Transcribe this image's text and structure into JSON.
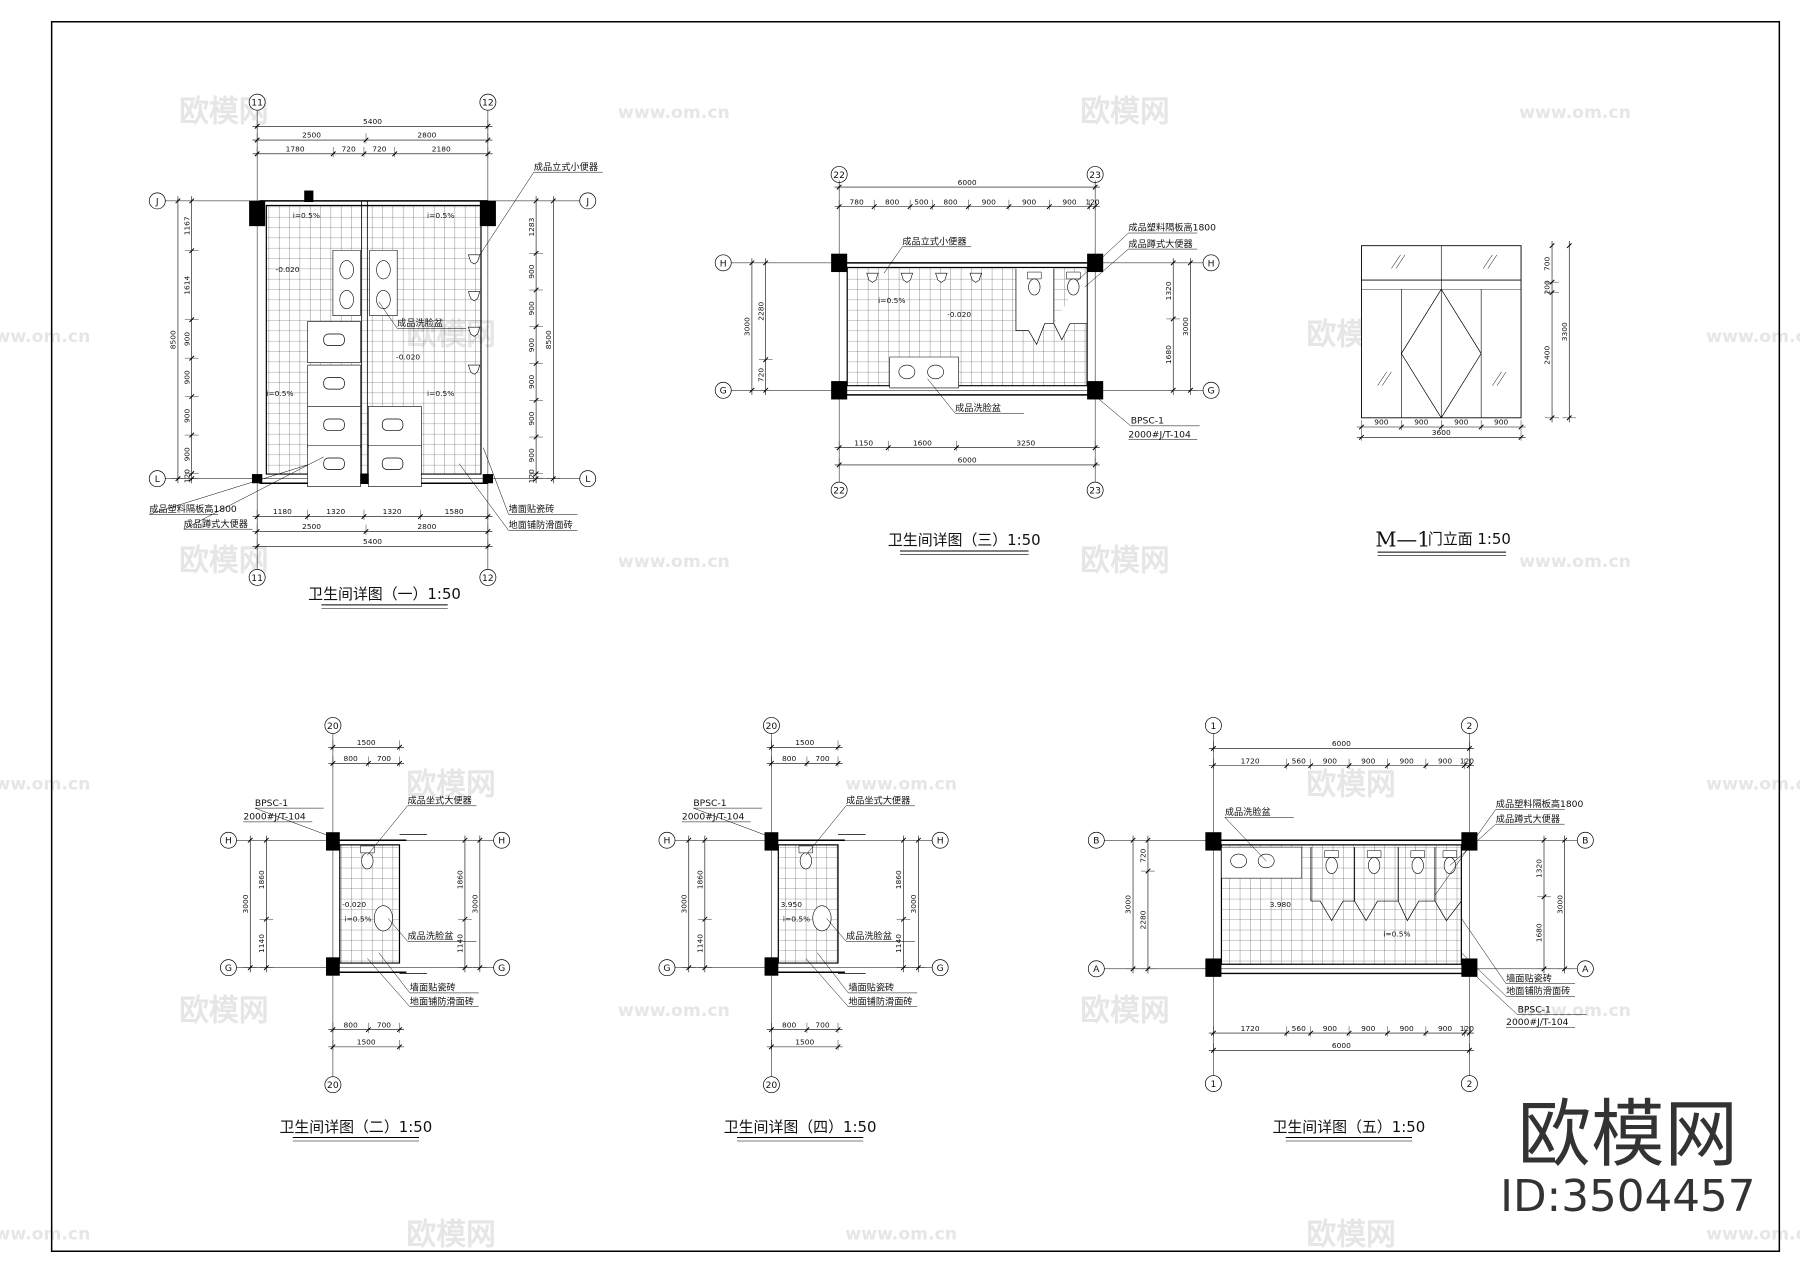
{
  "watermark": {
    "brand": "欧模网",
    "url": "www.om.cn"
  },
  "logo": {
    "text": "欧模网",
    "id": "ID:3504457"
  },
  "drawings": {
    "d1": {
      "title": "卫生间详图（一）1:50",
      "axes_x": [
        "11",
        "12"
      ],
      "axes_y": [
        "J",
        "L"
      ],
      "dims_top": [
        [
          "5400"
        ],
        [
          "2500",
          "2800"
        ],
        [
          "1780",
          "720",
          "720",
          "2180"
        ]
      ],
      "dims_bottom": [
        [
          "1180",
          "1320",
          "1320",
          "1580"
        ],
        [
          "2500",
          "2800"
        ],
        [
          "5400"
        ]
      ],
      "dims_left": [
        [
          "1167",
          "1614",
          "900",
          "900",
          "900",
          "900",
          "120"
        ],
        [
          "8500"
        ]
      ],
      "dims_right": [
        [
          "1283",
          "900",
          "900",
          "900",
          "900",
          "900",
          "900",
          "120"
        ],
        [
          "8500"
        ]
      ],
      "notes": [
        "成品立式小便器",
        "成品洗脸盆",
        "成品塑料隔板高1800",
        "成品蹲式大便器",
        "墙面贴瓷砖",
        "地面铺防滑面砖"
      ],
      "marks": [
        "i=0.5%",
        "i=0.5%",
        "-0.020",
        "-0.020",
        "i=0.5%",
        "i=0.5%"
      ]
    },
    "d3": {
      "title": "卫生间详图（三）1:50",
      "axes_x": [
        "22",
        "23"
      ],
      "axes_y": [
        "H",
        "G"
      ],
      "dims_top": [
        [
          "6000"
        ],
        [
          "780",
          "800",
          "500",
          "800",
          "900",
          "900",
          "900",
          "120"
        ]
      ],
      "dims_bottom": [
        [
          "1150",
          "1600",
          "3250"
        ],
        [
          "6000"
        ]
      ],
      "dims_left": [
        [
          "2280",
          "720"
        ],
        [
          "3000"
        ]
      ],
      "dims_right": [
        [
          "1320",
          "1680"
        ],
        [
          "3000"
        ]
      ],
      "notes": [
        "成品立式小便器",
        "成品塑料隔板高1800",
        "成品蹲式大便器",
        "成品洗脸盆",
        "BPSC-1",
        "2000#J/T-104"
      ],
      "marks": [
        "i=0.5%",
        "-0.020"
      ]
    },
    "door": {
      "title_code": "M—1",
      "title_text": "门立面 1:50",
      "dims_bottom": [
        [
          "900",
          "900",
          "900",
          "900"
        ],
        [
          "3600"
        ]
      ],
      "dims_right": [
        [
          "700",
          "200",
          "2400"
        ],
        [
          "3300"
        ]
      ]
    },
    "d2": {
      "title": "卫生间详图（二）1:50",
      "axes_x": [
        "20"
      ],
      "axes_y": [
        "H",
        "G"
      ],
      "dims_top": [
        [
          "1500"
        ],
        [
          "800",
          "700"
        ]
      ],
      "dims_bottom": [
        [
          "800",
          "700"
        ],
        [
          "1500"
        ]
      ],
      "dims_left": [
        [
          "1860",
          "1140"
        ],
        [
          "3000"
        ]
      ],
      "dims_right": [
        [
          "1860",
          "1140"
        ],
        [
          "3000"
        ]
      ],
      "notes": [
        "BPSC-1",
        "2000#J/T-104",
        "成品坐式大便器",
        "成品洗脸盆",
        "墙面贴瓷砖",
        "地面铺防滑面砖"
      ],
      "marks": [
        "-0.020",
        "i=0.5%"
      ]
    },
    "d4": {
      "title": "卫生间详图（四）1:50",
      "axes_x": [
        "20"
      ],
      "axes_y": [
        "H",
        "G"
      ],
      "dims_top": [
        [
          "1500"
        ],
        [
          "800",
          "700"
        ]
      ],
      "dims_bottom": [
        [
          "800",
          "700"
        ],
        [
          "1500"
        ]
      ],
      "dims_left": [
        [
          "1860",
          "1140"
        ],
        [
          "3000"
        ]
      ],
      "dims_right": [
        [
          "1860",
          "1140"
        ],
        [
          "3000"
        ]
      ],
      "notes": [
        "BPSC-1",
        "2000#J/T-104",
        "成品坐式大便器",
        "成品洗脸盆",
        "墙面贴瓷砖",
        "地面铺防滑面砖"
      ],
      "marks": [
        "3.950",
        "i=0.5%"
      ]
    },
    "d5": {
      "title": "卫生间详图（五）1:50",
      "axes_x": [
        "1",
        "2"
      ],
      "axes_y": [
        "B",
        "A"
      ],
      "dims_top": [
        [
          "6000"
        ],
        [
          "1720",
          "560",
          "900",
          "900",
          "900",
          "900",
          "120"
        ]
      ],
      "dims_bottom": [
        [
          "1720",
          "560",
          "900",
          "900",
          "900",
          "900",
          "120"
        ],
        [
          "6000"
        ]
      ],
      "dims_left": [
        [
          "720",
          "2280"
        ],
        [
          "3000"
        ]
      ],
      "dims_right": [
        [
          "1320",
          "1680"
        ],
        [
          "3000"
        ]
      ],
      "notes": [
        "成品洗脸盆",
        "成品塑料隔板高1800",
        "成品蹲式大便器",
        "墙面贴瓷砖",
        "地面铺防滑面砖",
        "BPSC-1",
        "2000#J/T-104"
      ],
      "marks": [
        "3.980",
        "i=0.5%"
      ]
    }
  }
}
